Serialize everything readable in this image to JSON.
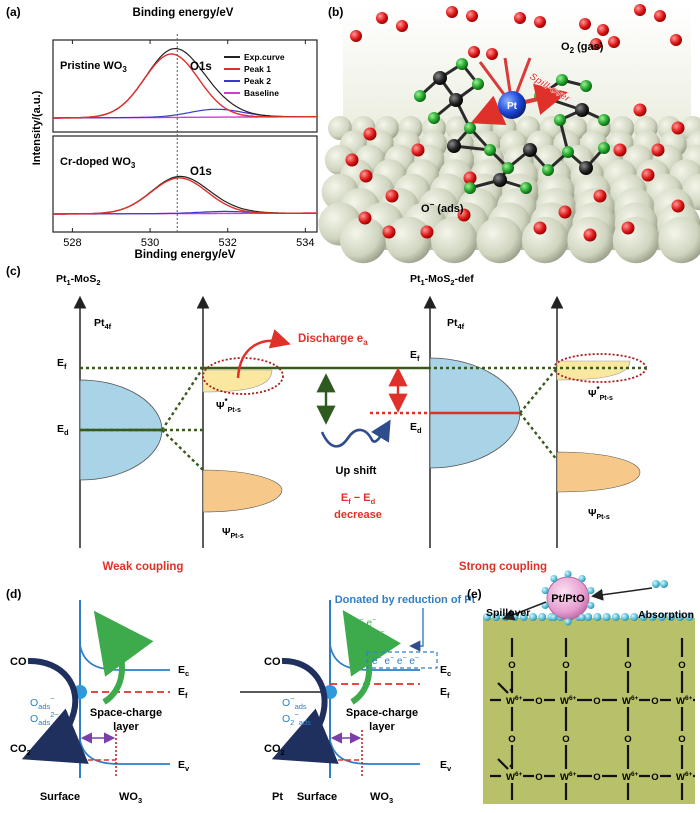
{
  "panel_a": {
    "label": "(a)",
    "top_axis_title": "Binding energy/eV",
    "bottom_axis_title": "Binding energy/eV",
    "y_axis_title": "Intensity/(a.u.)",
    "ticks": [
      "528",
      "530",
      "532",
      "534"
    ],
    "top_sample": "Pristine WO",
    "top_sample_sub": "3",
    "bottom_sample": "Cr-doped WO",
    "bottom_sample_sub": "3",
    "peak_label_top": "O1s",
    "peak_label_bottom": "O1s",
    "legend": [
      {
        "name": "Exp.curve",
        "color": "#222222"
      },
      {
        "name": "Peak 1",
        "color": "#e0302a"
      },
      {
        "name": "Peak 2",
        "color": "#3a3ad0"
      },
      {
        "name": "Baseline",
        "color": "#d23ad2"
      }
    ]
  },
  "panel_b": {
    "label": "(b)",
    "gas_label": "O",
    "gas_sub": "2",
    "gas_suffix": " (gas)",
    "center_atom": "Pt",
    "spill_label": "Spill-over",
    "ads_prefix": "O",
    "ads_sup": "−",
    "ads_suffix": " (ads)"
  },
  "panel_c": {
    "label": "(c)",
    "left_title": "Pt",
    "left_title_sub": "1",
    "left_title_suffix": "-MoS",
    "left_title_sub2": "2",
    "right_title": "Pt",
    "right_title_sub": "1",
    "right_title_suffix": "-MoS",
    "right_title_sub2": "2",
    "right_title_end": "-def",
    "pt4f": "Pt",
    "pt4f_sub": "4f",
    "ef": "E",
    "ef_sub": "f",
    "ed": "E",
    "ed_sub": "d",
    "psi": "Ψ",
    "psi_star": "*",
    "psi_sub": "Pt-s",
    "discharge": "Discharge e",
    "discharge_sub": "a",
    "up_shift": "Up shift",
    "ef_ed_line1": "E",
    "ef_ed_line1_sub1": "f",
    "ef_ed_mid": " − E",
    "ef_ed_line1_sub2": "d",
    "ef_ed_line2": "decrease",
    "weak": "Weak coupling",
    "strong": "Strong coupling"
  },
  "panel_d": {
    "label": "(d)",
    "co": "CO",
    "co2": "CO",
    "co2_sub": "2",
    "oads1": "O",
    "oads1_sub": "ads",
    "oads1_sup": "−",
    "oads2": "O",
    "oads2_sub": "ads",
    "oads2_sup": "2−",
    "right_oads1": "O",
    "right_oads1_sup": "−",
    "right_oads1_sub": "ads",
    "right_oads2": "O",
    "right_oads2_sup": "−",
    "right_oads2_pre_sub": "2",
    "right_oads2_sub": "ads",
    "electron": "e",
    "electron_sup": "−",
    "ec": "E",
    "ec_sub": "c",
    "ef": "E",
    "ef_sub": "f",
    "ev": "E",
    "ev_sub": "v",
    "space_charge_1": "Space-charge",
    "space_charge_2": "layer",
    "surface": "Surface",
    "wo3": "WO",
    "wo3_sub": "3",
    "pt": "Pt",
    "donated": "Donated by reduction of Pt"
  },
  "panel_e": {
    "label": "(e)",
    "particle": "Pt/PtO",
    "spillover": "Spillover",
    "absorption": "Absorption",
    "o_label": "O",
    "w_label": "W",
    "w_charge": "6+",
    "w_defect_charge": "6+"
  },
  "colors": {
    "peak1": "#e0302a",
    "peak2": "#3a3ad0",
    "baseline": "#d23ad2",
    "dos_blue": "#a9d3e6",
    "dos_orange": "#f6c889",
    "dos_yellow": "#fbe8a0",
    "dotted_green": "#3b5a1d",
    "red_label": "#e0302a",
    "blue_text": "#2f7fc7",
    "green_arrow": "#3dab4c",
    "navy_arrow": "#1f2f5e",
    "lattice_bg": "#b9c06a",
    "particle": "#e7a0d4",
    "ball": "#65c7dd"
  },
  "chart_data": {
    "type": "line",
    "x_domain": [
      527.5,
      534.3
    ],
    "x_ticks": [
      528,
      530,
      532,
      534
    ],
    "panels": [
      {
        "name": "Pristine WO3",
        "series": [
          {
            "name": "Exp.curve",
            "peak_center": 530.6,
            "fwhm": 1.7,
            "height": 1.0,
            "tail_center": 531.6,
            "tail_height": 0.12
          },
          {
            "name": "Peak 1",
            "peak_center": 530.55,
            "fwhm": 1.65,
            "height": 0.96
          },
          {
            "name": "Peak 2",
            "peak_center": 531.7,
            "fwhm": 1.6,
            "height": 0.12
          },
          {
            "name": "Baseline",
            "slope": 0.003
          }
        ]
      },
      {
        "name": "Cr-doped WO3",
        "series": [
          {
            "name": "Exp.curve",
            "peak_center": 530.75,
            "fwhm": 1.7,
            "height": 0.55,
            "tail_center": 531.8,
            "tail_height": 0.04
          },
          {
            "name": "Peak 1",
            "peak_center": 530.75,
            "fwhm": 1.7,
            "height": 0.54
          },
          {
            "name": "Peak 2",
            "peak_center": 531.9,
            "fwhm": 1.5,
            "height": 0.03
          },
          {
            "name": "Baseline",
            "slope": 0.002
          }
        ]
      }
    ],
    "reference_line_x": 530.7
  }
}
